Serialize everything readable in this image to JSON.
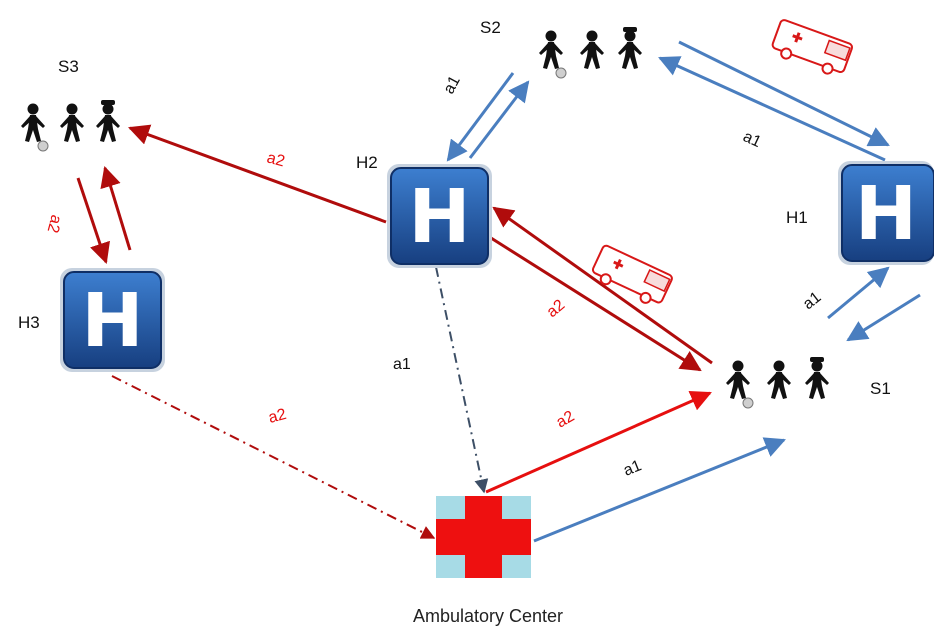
{
  "colors": {
    "blue": "#4a7ebf",
    "dark_red": "#b00c0c",
    "bright_red": "#e60f0f",
    "slate": "#3d4f66",
    "hospital_blue": "#1f5aa6",
    "cross_bg": "#a7dbe6",
    "cross_red": "#ee1010"
  },
  "nodes": {
    "S1": "S1",
    "S2": "S2",
    "S3": "S3",
    "H1": "H1",
    "H2": "H2",
    "H3": "H3",
    "hospital_letter": "H",
    "center": "Ambulatory Center"
  },
  "edges": {
    "s2_h2": "a1",
    "h1_s2": "a1",
    "h1_s1": "a1",
    "h2_s3": "a2",
    "s3_h3": "a2",
    "h2_s1": "a2",
    "h2_center": "a1",
    "h3_center": "a2",
    "center_s1_red": "a2",
    "center_s1_blue": "a1"
  },
  "icons": {
    "victims": "people-group-icon",
    "hospital": "hospital-h-icon",
    "ambulance": "ambulance-icon",
    "medical_cross": "red-cross-icon"
  }
}
